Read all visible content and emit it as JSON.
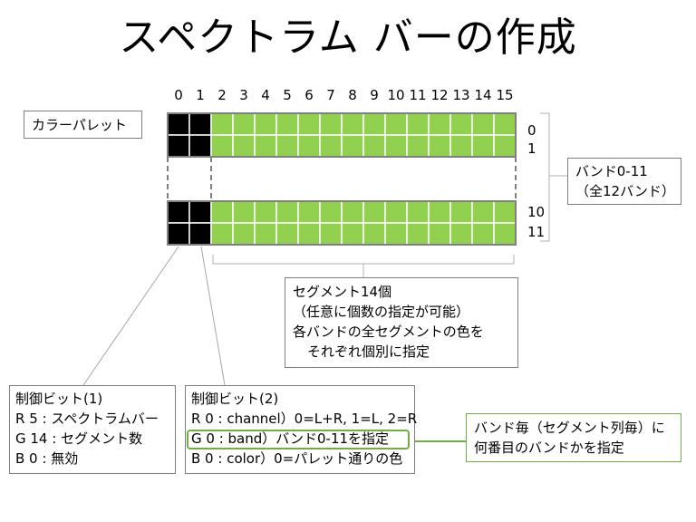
{
  "title": "スペクトラム バーの作成",
  "column_numbers": [
    "0",
    "1",
    "2",
    "3",
    "4",
    "5",
    "6",
    "7",
    "8",
    "9",
    "10",
    "11",
    "12",
    "13",
    "14",
    "15"
  ],
  "row_numbers": [
    "0",
    "1",
    "10",
    "11"
  ],
  "palette_label": "カラーパレット",
  "band_label": {
    "line1": "バンド0-11",
    "line2": "（全12バンド）"
  },
  "segment_note": {
    "line1": "セグメント14個",
    "line2": "（任意に個数の指定が可能）",
    "line3": "各バンドの全セグメントの色を",
    "line4": "それぞれ個別に指定"
  },
  "control1": {
    "title": "制御ビット(1)",
    "r": "R 5 : スペクトラムバー",
    "g": "G 14 : セグメント数",
    "b": "B 0 : 無効"
  },
  "control2": {
    "title": "制御ビット(2)",
    "r": "R 0 : channel）0=L+R, 1=L, 2=R",
    "g": "G 0 : band）バンド0-11を指定",
    "b": "B 0 : color）0=パレット通りの色"
  },
  "band_each_note": {
    "line1": "バンド毎（セグメント列毎）に",
    "line2": "何番目のバンドかを指定"
  },
  "colors": {
    "segment_green": "#92d050",
    "palette_black": "#000000",
    "grid_gray": "#808080",
    "highlight_green": "#70ad47"
  }
}
